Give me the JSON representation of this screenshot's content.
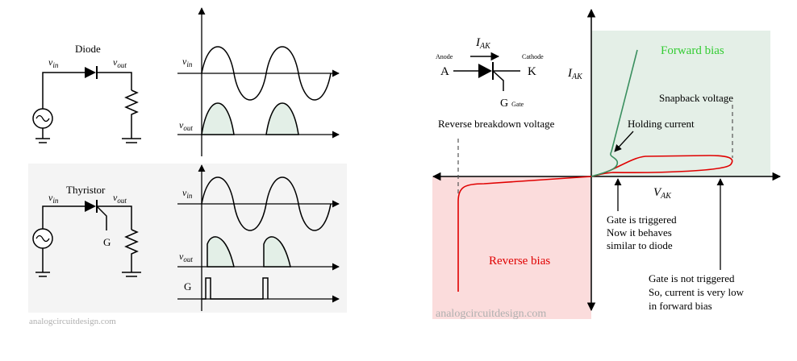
{
  "left": {
    "diode": {
      "title": "Diode",
      "vin_main": "v",
      "vin_sub": "in",
      "vout_main": "v",
      "vout_sub": "out"
    },
    "thyristor": {
      "title": "Thyristor",
      "vin_main": "v",
      "vin_sub": "in",
      "vout_main": "v",
      "vout_sub": "out",
      "gate": "G"
    },
    "wave_top": {
      "vin_main": "v",
      "vin_sub": "in",
      "vout_main": "v",
      "vout_sub": "out"
    },
    "wave_bottom": {
      "vin_main": "v",
      "vin_sub": "in",
      "vout_main": "v",
      "vout_sub": "out",
      "gate": "G"
    },
    "watermark": "analogcircuitdesign.com"
  },
  "right": {
    "symbol": {
      "iak_main": "I",
      "iak_sub": "AK",
      "anode_small": "Anode",
      "anode": "A",
      "cathode_small": "Cathode",
      "cathode": "K",
      "gate": "G",
      "gate_small": "Gate"
    },
    "axis": {
      "y_main": "I",
      "y_sub": "AK",
      "x_main": "V",
      "x_sub": "AK"
    },
    "labels": {
      "forward_bias": "Forward bias",
      "snapback": "Snapback voltage",
      "holding": "Holding current",
      "reverse_breakdown": "Reverse breakdown voltage",
      "reverse_bias": "Reverse bias",
      "gate_triggered_1": "Gate is triggered",
      "gate_triggered_2": "Now it behaves",
      "gate_triggered_3": "similar to diode",
      "gate_not_1": "Gate is not triggered",
      "gate_not_2": "So, current is very low",
      "gate_not_3": "in forward bias"
    },
    "watermark": "analogcircuitdesign.com"
  },
  "colors": {
    "forward_region": "#e4efe7",
    "reverse_region": "#fbdcdc",
    "panel_bg": "#f4f4f4",
    "red_curve": "#e00000",
    "green_curve": "#3a8f5f",
    "forward_text": "#33cc33",
    "reverse_text": "#e00000",
    "hump_fill": "#e3efe7"
  }
}
